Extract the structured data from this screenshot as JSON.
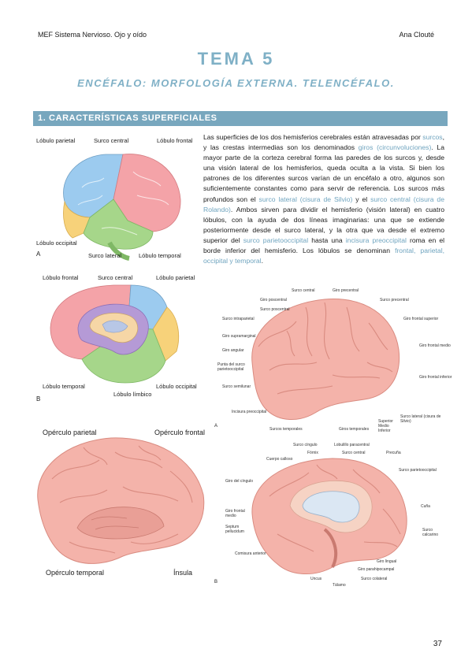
{
  "header": {
    "left": "MEF Sistema Nervioso. Ojo y oído",
    "right": "Ana Clouté"
  },
  "title": "TEMA 5",
  "subtitle": "ENCÉFALO: MORFOLOGÍA EXTERNA. TELENCÉFALO.",
  "section": {
    "title": "1. CARACTERÍSTICAS SUPERFICIALES"
  },
  "paragraph": {
    "p1": "Las superficies de los dos hemisferios cerebrales están atravesadas por ",
    "t1": "surcos",
    "p2": ", y las crestas intermedias son los denominados ",
    "t2": "giros (circunvoluciones)",
    "p3": ". La mayor parte de la corteza cerebral forma las paredes de los surcos y, desde una visión lateral de los hemisferios, queda oculta a la vista. Si bien los patrones de los diferentes surcos varían de un encéfalo a otro, algunos son suficientemente constantes como para servir de referencia. Los surcos más profundos son el ",
    "t3": "surco lateral (cisura de Silvio)",
    "p4": " y el ",
    "t4": "surco central (cisura de Rolando)",
    "p5": ". Ambos sirven para dividir el hemisferio (visión lateral) en cuatro lóbulos, con la ayuda de dos líneas imaginarias: una que se extiende posteriormente desde el surco lateral, y la otra que va desde el extremo superior del ",
    "t5": "surco parietooccipital",
    "p6": " hasta una ",
    "t6": "incisura preoccipital",
    "p7": " roma en el borde inferior del hemisferio. Los lóbulos se denominan ",
    "t7": "frontal, parietal, occipital y temporal",
    "p8": "."
  },
  "fig_lobes_lateral": {
    "letter": "A",
    "labels": {
      "parietal": "Lóbulo parietal",
      "central": "Surco central",
      "frontal": "Lóbulo frontal",
      "occipital": "Lóbulo occipital",
      "lateral": "Surco lateral",
      "temporal": "Lóbulo temporal"
    }
  },
  "fig_lobes_medial": {
    "letter": "B",
    "labels": {
      "frontal": "Lóbulo frontal",
      "central": "Surco central",
      "parietal": "Lóbulo parietal",
      "temporal": "Lóbulo temporal",
      "limbic": "Lóbulo límbico",
      "occipital": "Lóbulo occipital"
    }
  },
  "fig_opercula": {
    "labels": {
      "parietal": "Opérculo parietal",
      "frontal": "Opérculo frontal",
      "temporal": "Opérculo temporal",
      "insula": "Ínsula"
    }
  },
  "fig_gyri_lateral": {
    "letter": "A",
    "labels": {
      "surco_central": "Surco central",
      "giro_precentral_top": "Giro precentral",
      "giro_poscentral": "Giro poscentral",
      "surco_precentral": "Surco precentral",
      "surco_poscentral": "Surco poscentral",
      "giro_frontal_superior": "Giro frontal superior",
      "surco_intraparietal": "Surco intraparietal",
      "giro_supramarginal": "Giro supramarginal",
      "giro_angular": "Giro angular",
      "giro_frontal_medio": "Giro frontal medio",
      "punta_surco": "Punta del surco parietooccipital",
      "giro_frontal_inferior": "Giro frontal inferior",
      "surco_semilunar": "Surco semilunar",
      "incisura_preoccipital": "Incisura preoccipital",
      "surco_lateral": "Surco lateral (cisura de Silvio)",
      "surcos_temporales": "Surcos temporales",
      "giros_temporales": "Giros temporales",
      "superior": "Superior",
      "medio": "Medio",
      "inferior": "Inferior"
    }
  },
  "fig_gyri_medial": {
    "letter": "B",
    "labels": {
      "surco_cingulo": "Surco cíngulo",
      "lobulillo_paracentral": "Lobulillo paracentral",
      "fornix": "Fórnix",
      "surco_central": "Surco central",
      "precuna": "Precuña",
      "cuerpo_calloso": "Cuerpo calloso",
      "surco_parietooccipital": "Surco parietooccipital",
      "giro_cingulo": "Giro del cíngulo",
      "cuna": "Cuña",
      "giro_frontal_medio": "Giro frontal medio",
      "septum": "Septum pellucidum",
      "surco_calcarino": "Surco calcarino",
      "comisura_anterior": "Comisura anterior",
      "giro_lingual": "Giro lingual",
      "giro_parahipocampal": "Giro parahipocampal",
      "uncus": "Uncus",
      "talamo": "Tálamo",
      "surco_colateral": "Surco colateral"
    }
  },
  "page_number": "37",
  "colors": {
    "accent": "#78a7be",
    "frontal": "#f4a3a8",
    "parietal": "#9ccbef",
    "occipital": "#f7d27a",
    "temporal": "#a6d68a",
    "limbic": "#b59ad6",
    "brain": "#f4aaa0"
  }
}
